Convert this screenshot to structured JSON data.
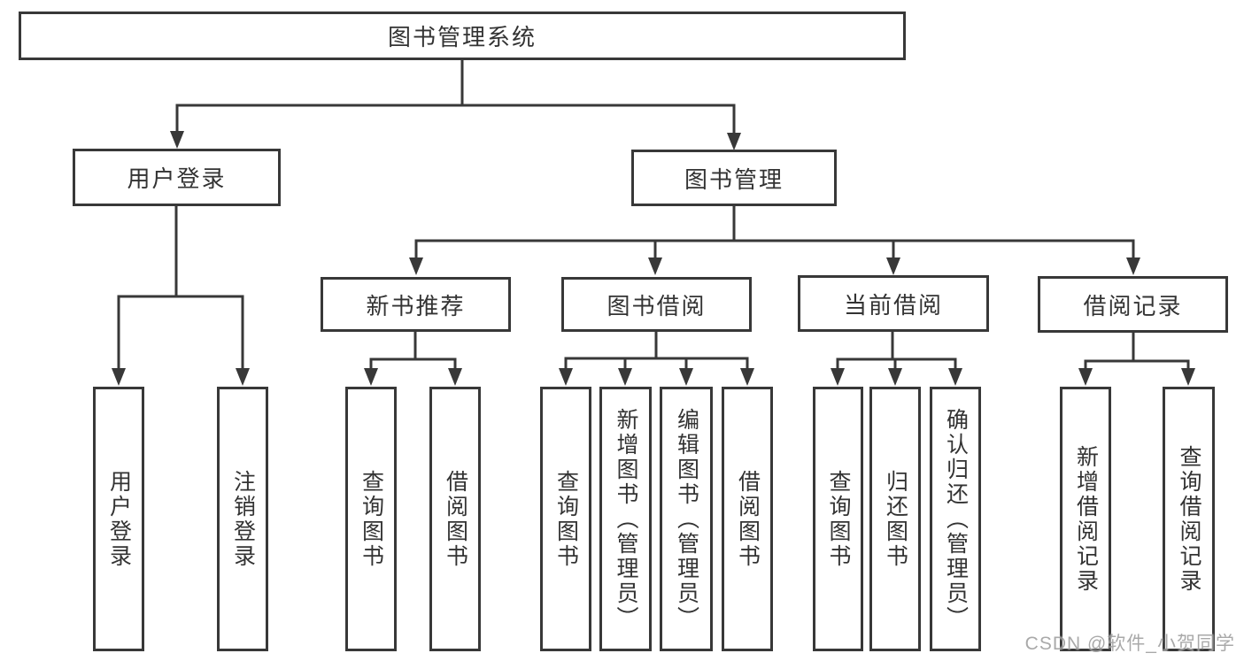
{
  "title_node": "图书管理系统",
  "nodes": {
    "user_login": "用户登录",
    "book_mgmt": "图书管理",
    "new_books": "新书推荐",
    "book_borrow": "图书借阅",
    "current_borrow": "当前借阅",
    "borrow_records": "借阅记录"
  },
  "leaves": {
    "user_login": [
      "用户登录",
      "注销登录"
    ],
    "new_books": [
      "查询图书",
      "借阅图书"
    ],
    "book_borrow": [
      "查询图书",
      "新增图书（管理员）",
      "编辑图书（管理员）",
      "借阅图书"
    ],
    "current_borrow": [
      "查询图书",
      "归还图书",
      "确认归还（管理员）"
    ],
    "borrow_records": [
      "新增借阅记录",
      "查询借阅记录"
    ]
  },
  "watermark": "CSDN @软件_小贺同学",
  "colors": {
    "line": "#383838",
    "text": "#333333",
    "background": "#ffffff",
    "watermark": "#9e9e9e"
  }
}
